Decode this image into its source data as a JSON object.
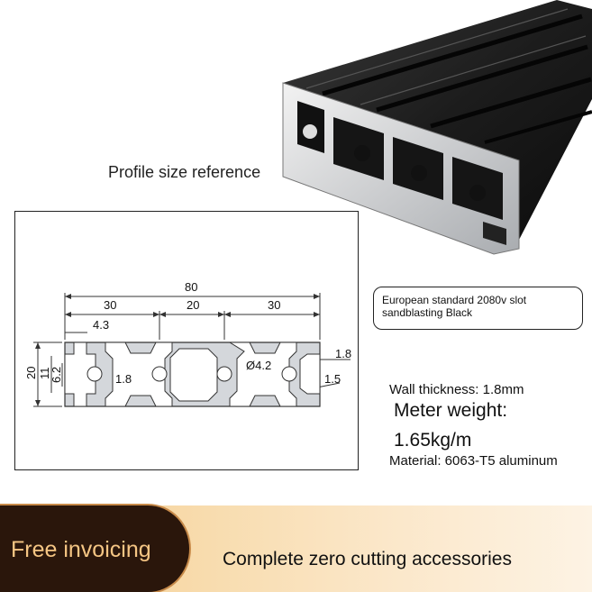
{
  "caption": "Profile size reference",
  "drawing": {
    "overall_width": "80",
    "width_left": "30",
    "width_middle": "20",
    "width_right": "30",
    "slot_opening": "4.3",
    "height": "20",
    "slot_depth": "11",
    "slot_inner": "6.2",
    "wall_inner": "1.8",
    "hole": "Ø4.2",
    "wall_right": "1.8",
    "corner": "1.5"
  },
  "spec_name": {
    "line1": "European standard 2080v slot",
    "line2": "sandblasting Black"
  },
  "specs": {
    "wall_thickness": "Wall thickness: 1.8mm",
    "meter_weight_label": "Meter weight:",
    "meter_weight_value": "1.65kg/m",
    "material": "Material: 6063-T5 aluminum"
  },
  "banner": {
    "left_text": "Free invoicing",
    "right_text": "Complete zero cutting accessories"
  },
  "colors": {
    "banner_dark": "#2a160b",
    "banner_text_gold": "#f6c684",
    "profile_black": "#1a1a1a",
    "aluminum": "#c9ccd0"
  }
}
